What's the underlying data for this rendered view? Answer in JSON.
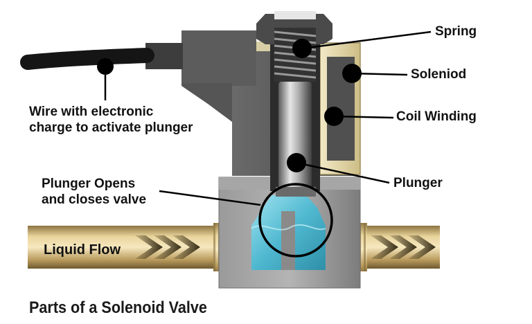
{
  "labels": {
    "spring": "Spring",
    "solenoid": "Soleniod",
    "coil": "Coil Winding",
    "plunger": "Plunger",
    "wire_line1": "Wire with electronic",
    "wire_line2": "charge to activate plunger",
    "opens_line1": "Plunger Opens",
    "opens_line2": "and closes valve",
    "flow": "Liquid Flow"
  },
  "caption": "Parts of a Solenoid Valve",
  "colors": {
    "pipe": "#c8aa6e",
    "thread": "#b89a5c",
    "body": "#8a8a8a",
    "housing": "#5a5a5a",
    "liquid": "#5fc4d8",
    "coil": "#e8dcb0",
    "cable": "#1a1a1a"
  }
}
